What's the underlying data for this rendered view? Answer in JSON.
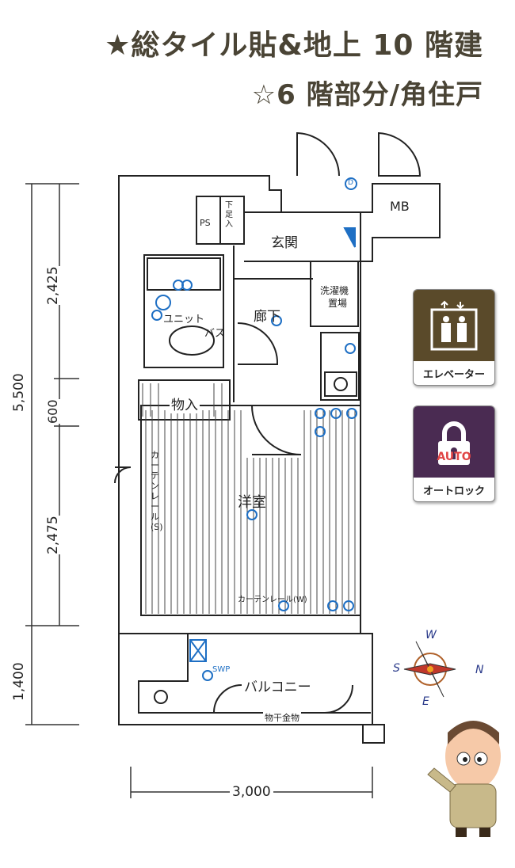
{
  "header": {
    "line1": "★総タイル貼&地上 10 階建",
    "line2": "☆6 階部分/角住戸"
  },
  "rooms": {
    "entrance": "玄関",
    "hallway": "廊下",
    "western_room": "洋室",
    "storage": "物入",
    "balcony": "バルコニー",
    "meter_box": "MB",
    "pipe_space": "PS",
    "shoe_box": "下足入",
    "unit_bath_1": "ユニット",
    "unit_bath_2": "バス",
    "washer_1": "洗濯機",
    "washer_2": "置場"
  },
  "labels": {
    "curtain_rail_s": "カーテンレール(S)",
    "curtain_rail_w": "カーテンレール(W)",
    "laundry_hanger": "物干金物",
    "swp": "SWP",
    "d_mark": "D"
  },
  "dimensions": {
    "total": "5,500",
    "d1": "2,425",
    "d2": "600",
    "d3": "2,475",
    "d4": "1,400",
    "width": "3,000"
  },
  "badges": {
    "elevator": "エレベーター",
    "autolock_text": "AUTO",
    "autolock": "オートロック"
  },
  "compass": {
    "n": "N",
    "s": "S",
    "e": "E",
    "w": "W"
  },
  "colors": {
    "title": "#4a4435",
    "elevator_bg": "#5a4a2a",
    "autolock_bg": "#4a2b52",
    "symbol_blue": "#1e6fc4"
  }
}
